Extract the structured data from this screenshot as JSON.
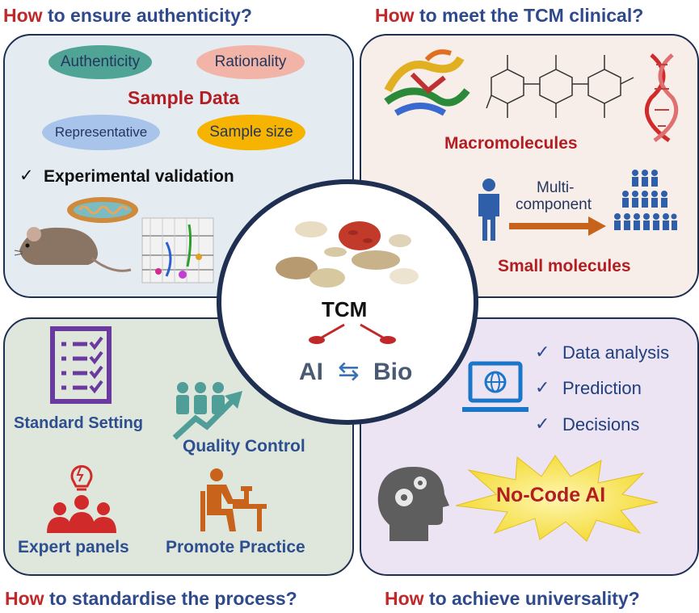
{
  "headings": {
    "top_left": {
      "how": "How",
      "rest": " to ensure authenticity?"
    },
    "top_right": {
      "how": "How",
      "rest": " to meet the TCM clinical?"
    },
    "bottom_left": {
      "how": "How",
      "rest": " to standardise the process?"
    },
    "bottom_right": {
      "how": "How",
      "rest": " to achieve universality?"
    }
  },
  "top_left": {
    "pills": [
      "Authenticity",
      "Rationality",
      "Representative",
      "Sample size"
    ],
    "center_label": "Sample Data",
    "check": "✓",
    "validation": "Experimental validation"
  },
  "top_right": {
    "macro": "Macromolecules",
    "multi_line1": "Multi-",
    "multi_line2": "component",
    "small": "Small molecules"
  },
  "center": {
    "title": "TCM",
    "ai": "AI",
    "arrows": "⇆",
    "bio": "Bio"
  },
  "bottom_left": {
    "standard": "Standard Setting",
    "quality": "Quality Control",
    "expert": "Expert panels",
    "promote": "Promote Practice"
  },
  "bottom_right": {
    "checks": [
      "Data analysis",
      "Prediction",
      "Decisions"
    ],
    "check_mark": "✓",
    "burst": "No-Code AI"
  },
  "colors": {
    "red": "#c0282a",
    "navy": "#1f2f52",
    "blue": "#2e4a8c",
    "purple": "#6a3a9e",
    "teal": "#4f9e98",
    "orange": "#c8631c"
  }
}
